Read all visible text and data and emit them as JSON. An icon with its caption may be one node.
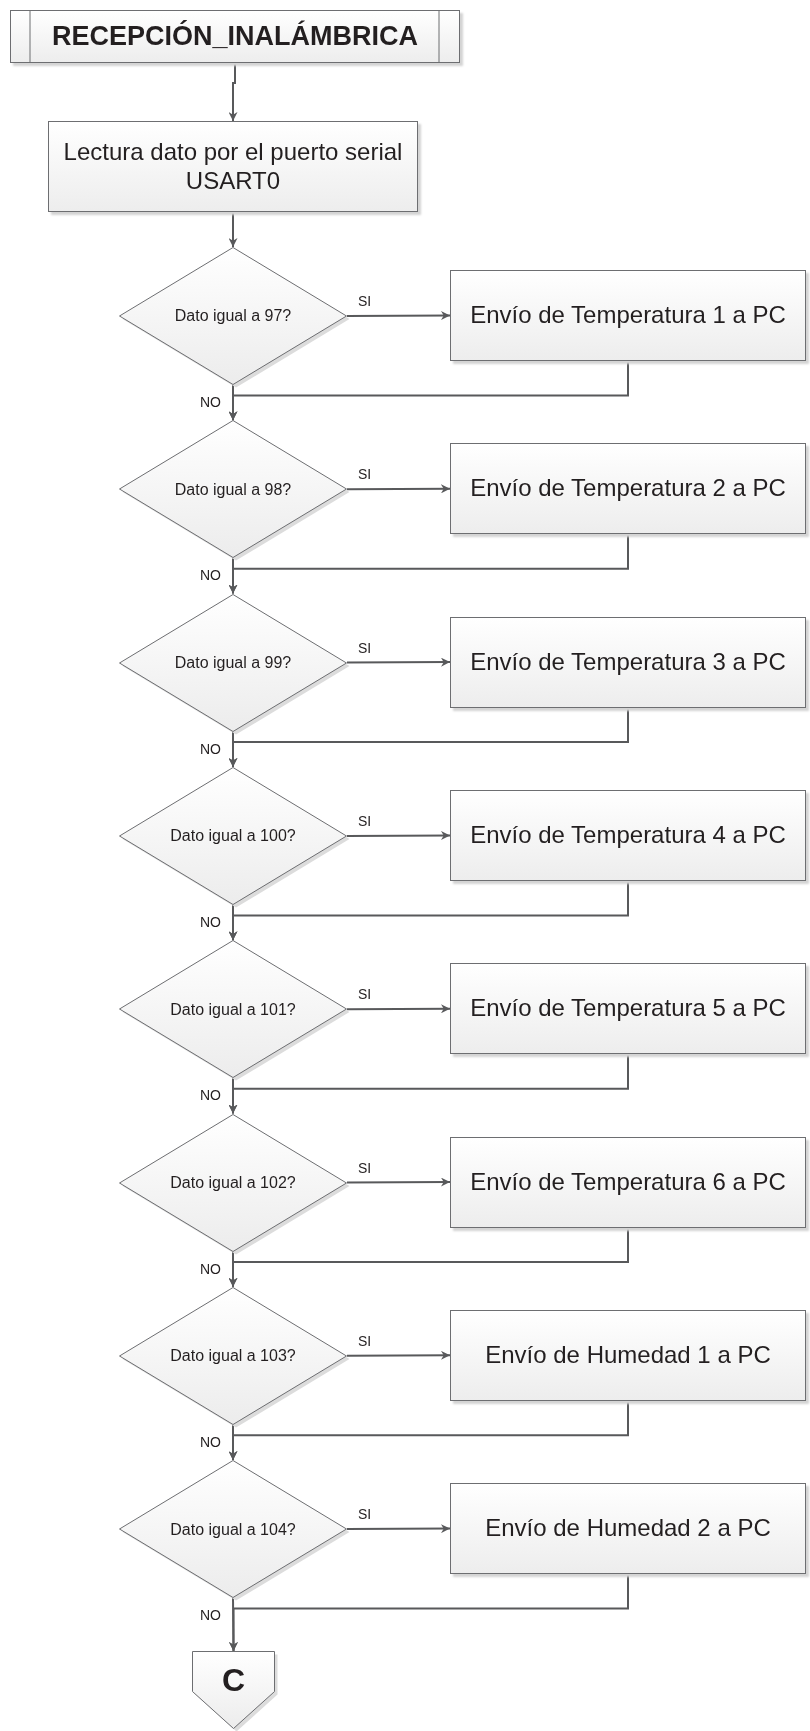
{
  "diagram": {
    "nodes": [
      {
        "text": [
          "RECEPCIÓN_INALÁMBRICA"
        ]
      },
      {
        "text": [
          "Lectura dato por el puerto serial USART0"
        ]
      },
      {
        "text": [
          "Dato igual a 97?"
        ]
      },
      {
        "text": [
          "Envío de Temperatura 1 a PC"
        ]
      },
      {
        "text": [
          "Dato igual a 98?"
        ]
      },
      {
        "text": [
          "Envío de Temperatura 2 a PC"
        ]
      },
      {
        "text": [
          "Dato igual a 99?"
        ]
      },
      {
        "text": [
          "Envío de Temperatura 3 a PC"
        ]
      },
      {
        "text": [
          "Dato igual a 100?"
        ]
      },
      {
        "text": [
          "Envío de Temperatura 4 a PC"
        ]
      },
      {
        "text": [
          "Dato igual a 101?"
        ]
      },
      {
        "text": [
          "Envío de Temperatura 5 a PC"
        ]
      },
      {
        "text": [
          "Dato igual a 102?"
        ]
      },
      {
        "text": [
          "Envío de Temperatura 6 a PC"
        ]
      },
      {
        "text": [
          "Dato igual a 103?"
        ]
      },
      {
        "text": [
          "Envío de Humedad 1 a PC"
        ]
      },
      {
        "text": [
          "Dato igual a 104?"
        ]
      },
      {
        "text": [
          "Envío de Humedad 2 a PC"
        ]
      },
      {
        "text": [
          "C"
        ]
      }
    ],
    "edges": [
      {
        "from": 0,
        "to": 1,
        "arrow": "to"
      },
      {
        "from": 1,
        "to": 2,
        "arrow": "to"
      },
      {
        "from": 2,
        "to": 3,
        "arrow": "to",
        "label": "SI"
      },
      {
        "from": 2,
        "to": 4,
        "arrow": "to",
        "label": "NO"
      },
      {
        "from": 3,
        "to": 4,
        "arrow": "to"
      },
      {
        "from": 4,
        "to": 5,
        "arrow": "to",
        "label": "SI"
      },
      {
        "from": 4,
        "to": 6,
        "arrow": "to",
        "label": "NO"
      },
      {
        "from": 5,
        "to": 6,
        "arrow": "to"
      },
      {
        "from": 6,
        "to": 7,
        "arrow": "to",
        "label": "SI"
      },
      {
        "from": 6,
        "to": 8,
        "arrow": "to",
        "label": "NO"
      },
      {
        "from": 7,
        "to": 8,
        "arrow": "to"
      },
      {
        "from": 8,
        "to": 9,
        "arrow": "to",
        "label": "SI"
      },
      {
        "from": 8,
        "to": 10,
        "arrow": "to",
        "label": "NO"
      },
      {
        "from": 9,
        "to": 10,
        "arrow": "to"
      },
      {
        "from": 10,
        "to": 11,
        "arrow": "to",
        "label": "SI"
      },
      {
        "from": 10,
        "to": 12,
        "arrow": "to",
        "label": "NO"
      },
      {
        "from": 11,
        "to": 12,
        "arrow": "to"
      },
      {
        "from": 12,
        "to": 13,
        "arrow": "to",
        "label": "SI"
      },
      {
        "from": 12,
        "to": 14,
        "arrow": "to",
        "label": "NO"
      },
      {
        "from": 13,
        "to": 14,
        "arrow": "to"
      },
      {
        "from": 14,
        "to": 15,
        "arrow": "to",
        "label": "SI"
      },
      {
        "from": 14,
        "to": 16,
        "arrow": "to",
        "label": "NO"
      },
      {
        "from": 15,
        "to": 16,
        "arrow": "to"
      },
      {
        "from": 16,
        "to": 17,
        "arrow": "to",
        "label": "SI"
      },
      {
        "from": 16,
        "to": 18,
        "arrow": "to",
        "label": "NO"
      },
      {
        "from": 17,
        "to": 18,
        "arrow": "to"
      }
    ]
  }
}
